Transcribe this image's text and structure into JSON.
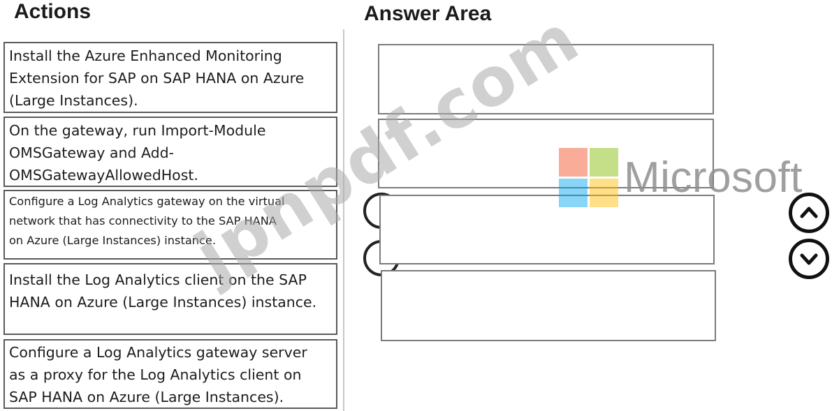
{
  "actions": {
    "title": "Actions",
    "items": [
      {
        "lines": [
          "Install the Azure Enhanced Monitoring",
          "Extension for SAP on SAP HANA on Azure",
          "(Large Instances)."
        ]
      },
      {
        "lines": [
          "On the gateway, run Import-Module",
          "OMSGateway and Add-",
          "OMSGatewayAllowedHost."
        ]
      },
      {
        "lines": [
          "Configure a Log Analytics gateway on the virtual",
          "network that has connectivity to the SAP HANA",
          "on Azure (Large Instances) instance."
        ]
      },
      {
        "lines": [
          "Install the Log Analytics client on the SAP",
          "HANA on Azure (Large Instances) instance."
        ]
      },
      {
        "lines": [
          "Configure a Log Analytics gateway server",
          "as a proxy for the Log Analytics client on",
          "SAP HANA on Azure (Large Instances)."
        ]
      }
    ]
  },
  "answer_area": {
    "title": "Answer Area",
    "slot_count": 4
  },
  "controls": {
    "move_up_icon": "chevron-up-icon",
    "move_down_icon": "chevron-down-icon",
    "move_left_icon": "chevron-left-icon"
  },
  "watermark": {
    "text": "jpnpdf.com",
    "logo_text": "Microsoft",
    "logo_colors": [
      "#f25022",
      "#7fba00",
      "#00a4ef",
      "#ffb900"
    ]
  }
}
